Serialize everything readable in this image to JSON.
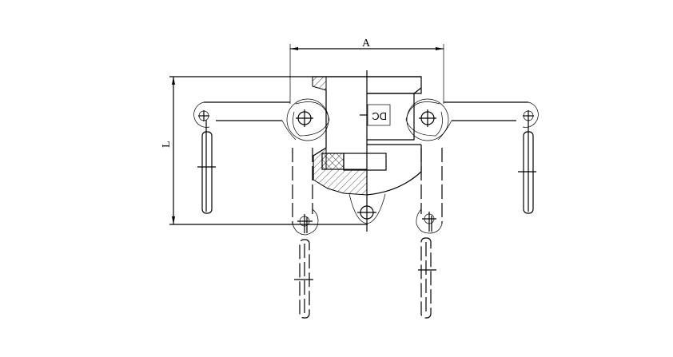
{
  "drawing": {
    "dimension_width_label": "A",
    "dimension_height_label": "L",
    "marking_text": "DC",
    "line_color": "#000000",
    "background_color": "#ffffff"
  }
}
